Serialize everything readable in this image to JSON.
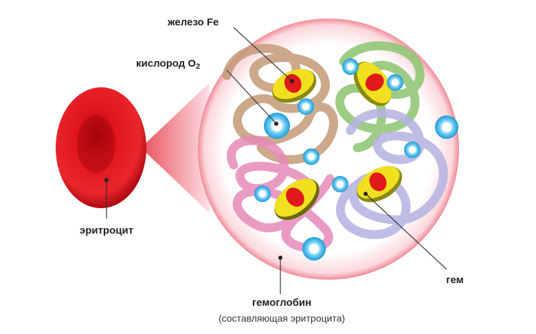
{
  "labels": {
    "iron": "железо Fe",
    "oxygen": "кислород O",
    "oxygen_subscript": "2",
    "erythrocyte": "эритроцит",
    "heme": "гем",
    "hemoglobin": "гемоглобин",
    "hemoglobin_note": "(составляющая эритроцита)"
  },
  "colors": {
    "erythrocyte": "#d8141c",
    "hemoglobin_circle_edge": "#f0a0a8",
    "globin_brown": "#c49a78",
    "globin_green": "#8cc46e",
    "globin_pink": "#e58ab8",
    "globin_lavender": "#b4b2e0",
    "heme_ring": "#f0e020",
    "heme_core": "#e01a1a",
    "oxygen": "#1aa8e0"
  }
}
